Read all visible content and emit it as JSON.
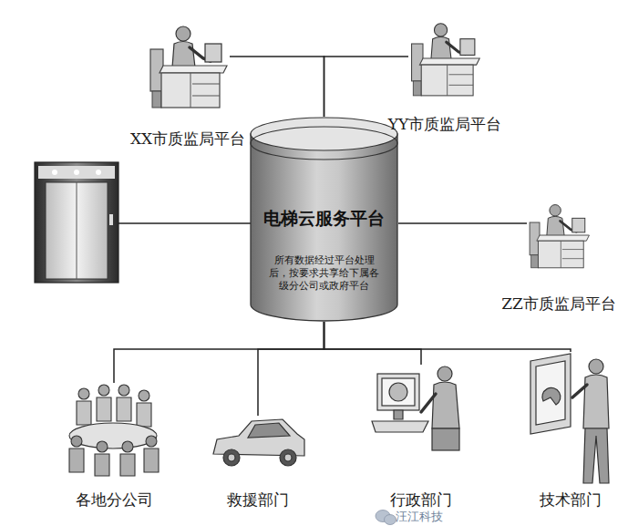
{
  "diagram": {
    "nodes": [
      {
        "text": [
          "电梯云服务平台",
          "所有数据经过平台处理后，按要求共享给下属各级分公司或政府平台"
        ]
      },
      {
        "text": [
          "XX市质监局平台"
        ]
      },
      {
        "text": [
          "YY市质监局平台"
        ]
      },
      {
        "text": [
          "ZZ市质监局平台"
        ]
      },
      {
        "text": [
          "各地分公司"
        ]
      },
      {
        "text": [
          "救援部门"
        ]
      },
      {
        "text": [
          "行政部门"
        ]
      },
      {
        "text": [
          "技术部门"
        ]
      }
    ],
    "edges": [
      {
        "from": 0,
        "to": 1,
        "arrow": "none"
      },
      {
        "from": 0,
        "to": 2,
        "arrow": "none"
      },
      {
        "from": 0,
        "to": 3,
        "arrow": "none"
      },
      {
        "from": 0,
        "to": 4,
        "arrow": "none"
      },
      {
        "from": 0,
        "to": 5,
        "arrow": "none"
      },
      {
        "from": 0,
        "to": 6,
        "arrow": "none"
      },
      {
        "from": 0,
        "to": 7,
        "arrow": "none"
      }
    ],
    "labels": [
      "汪江科技"
    ]
  }
}
